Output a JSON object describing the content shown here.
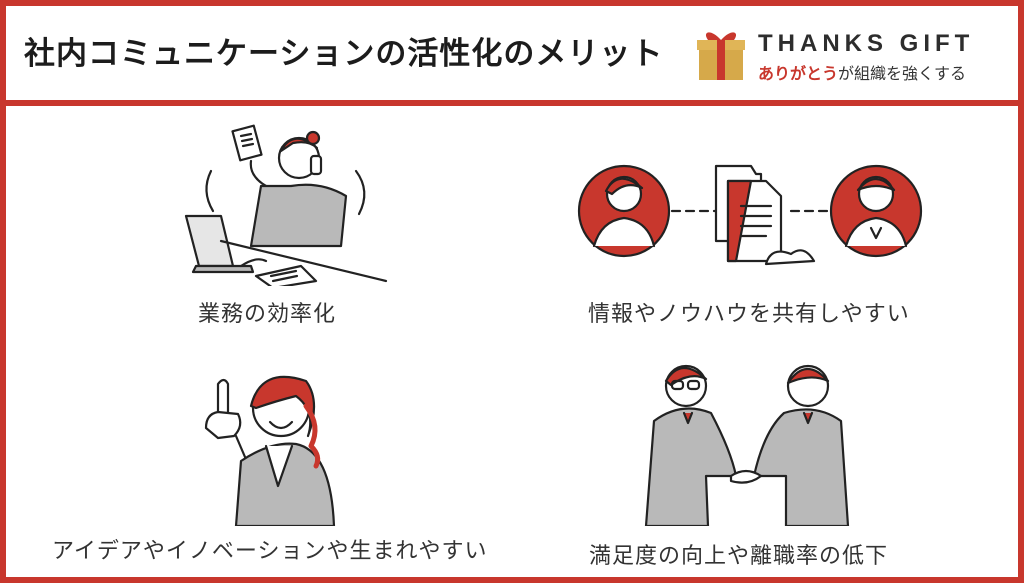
{
  "header": {
    "title": "社内コミュニケーションの活性化のメリット",
    "logo": {
      "name": "THANKS GIFT",
      "tagline_accent": "ありがとう",
      "tagline_rest": "が組織を強くする",
      "icon": "gift-box-icon"
    }
  },
  "benefits": [
    {
      "label": "業務の効率化",
      "icon": "busy-worker-illustration"
    },
    {
      "label": "情報やノウハウを共有しやすい",
      "icon": "document-sharing-illustration"
    },
    {
      "label": "アイデアやイノベーションや生まれやすい",
      "icon": "idea-woman-illustration"
    },
    {
      "label": "満足度の向上や離職率の低下",
      "icon": "handshake-illustration"
    }
  ],
  "colors": {
    "accent": "#c8372d",
    "gray": "#b9b9b9",
    "text": "#333333"
  }
}
